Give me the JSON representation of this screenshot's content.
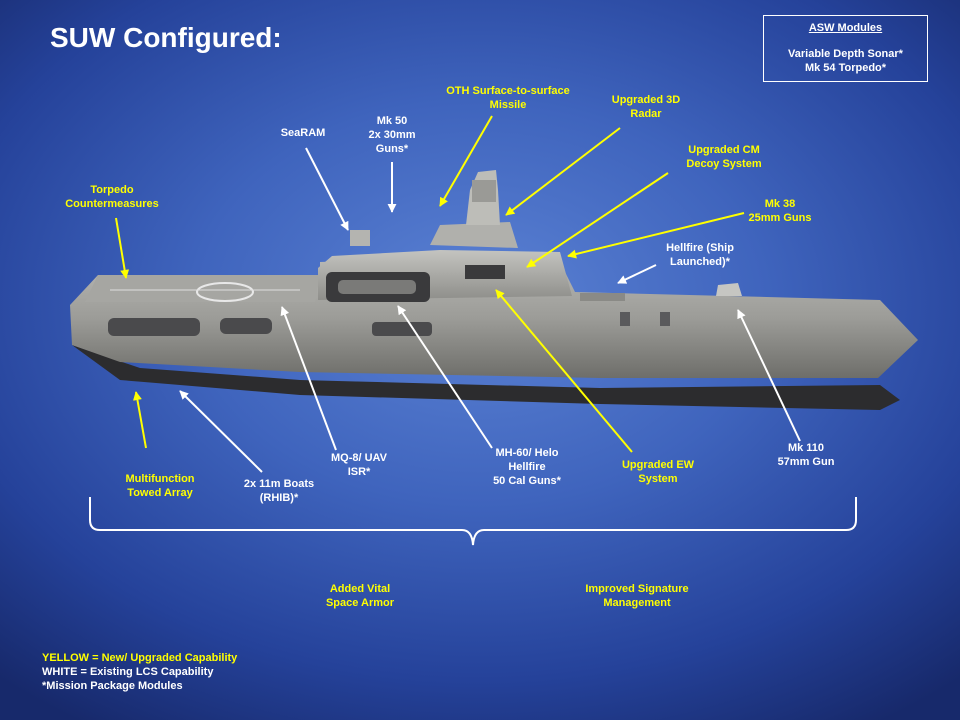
{
  "title": "SUW Configured:",
  "asw_box": {
    "heading": "ASW Modules",
    "body": "Variable Depth Sonar*\nMk 54 Torpedo*"
  },
  "labels": {
    "oth_missile": "OTH Surface-to-surface\nMissile",
    "radar_3d": "Upgraded 3D\nRadar",
    "cm_decoy": "Upgraded CM\nDecoy System",
    "mk38": "Mk 38\n25mm Guns",
    "torpedo_cm": "Torpedo\nCountermeasures",
    "searam": "SeaRAM",
    "mk50": "Mk 50\n2x 30mm\nGuns*",
    "hellfire_ship": "Hellfire (Ship\nLaunched)*",
    "towed_array": "Multifunction\nTowed Array",
    "boats": "2x 11m Boats\n(RHIB)*",
    "uav": "MQ-8/ UAV\nISR*",
    "helo": "MH-60/ Helo\nHellfire\n50 Cal Guns*",
    "ew": "Upgraded EW\nSystem",
    "mk110": "Mk 110\n57mm Gun",
    "armor": "Added Vital\nSpace Armor",
    "signature": "Improved Signature\nManagement"
  },
  "legend": {
    "yellow": "YELLOW = New/ Upgraded Capability",
    "white": "WHITE = Existing  LCS Capability",
    "mission": "*Mission  Package Modules"
  },
  "colors": {
    "new_capability": "#ffff00",
    "existing_capability": "#ffffff",
    "background": "#3f64bd"
  }
}
